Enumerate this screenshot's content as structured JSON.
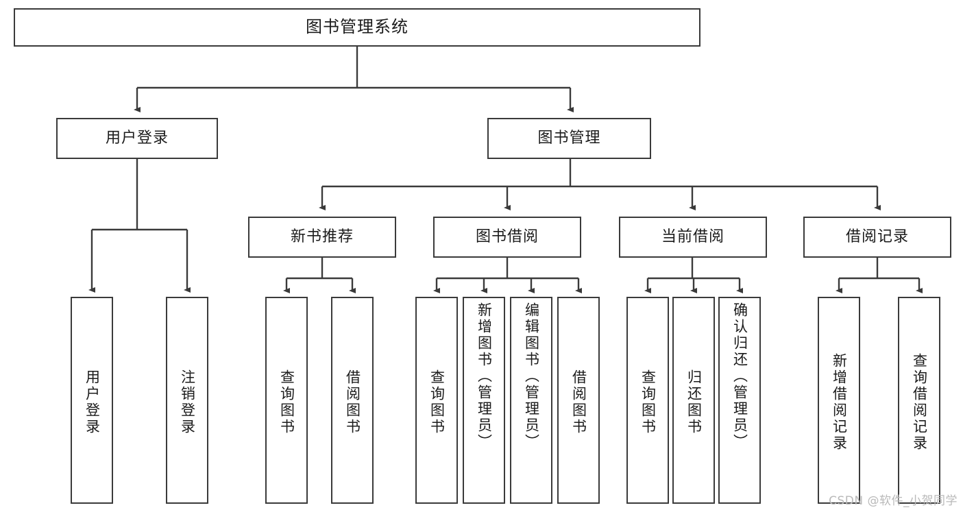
{
  "diagram": {
    "title": "图书管理系统",
    "type": "tree-hierarchy",
    "watermark": "CSDN @软件_小贺同学",
    "colors": {
      "background": "#ffffff",
      "box_border": "#3a3a3a",
      "box_fill": "#ffffff",
      "edge": "#3a3a3a",
      "text": "#1b1b1b",
      "watermark": "#b9b9b9"
    },
    "levels": {
      "root": {
        "label": "图书管理系统"
      },
      "level2": [
        {
          "label": "用户登录"
        },
        {
          "label": "图书管理"
        }
      ],
      "level3": [
        {
          "label": "新书推荐"
        },
        {
          "label": "图书借阅"
        },
        {
          "label": "当前借阅"
        },
        {
          "label": "借阅记录"
        }
      ],
      "leaves": {
        "user_login": [
          {
            "label": "用户登录"
          },
          {
            "label": "注销登录"
          }
        ],
        "new_book_recommend": [
          {
            "label": "查询图书"
          },
          {
            "label": "借阅图书"
          }
        ],
        "book_borrow": [
          {
            "label": "查询图书"
          },
          {
            "label": "新增图书（管理员）"
          },
          {
            "label": "编辑图书（管理员）"
          },
          {
            "label": "借阅图书"
          }
        ],
        "current_borrow": [
          {
            "label": "查询图书"
          },
          {
            "label": "归还图书"
          },
          {
            "label": "确认归还（管理员）"
          }
        ],
        "borrow_record": [
          {
            "label": "新增借阅记录"
          },
          {
            "label": "查询借阅记录"
          }
        ]
      }
    }
  }
}
